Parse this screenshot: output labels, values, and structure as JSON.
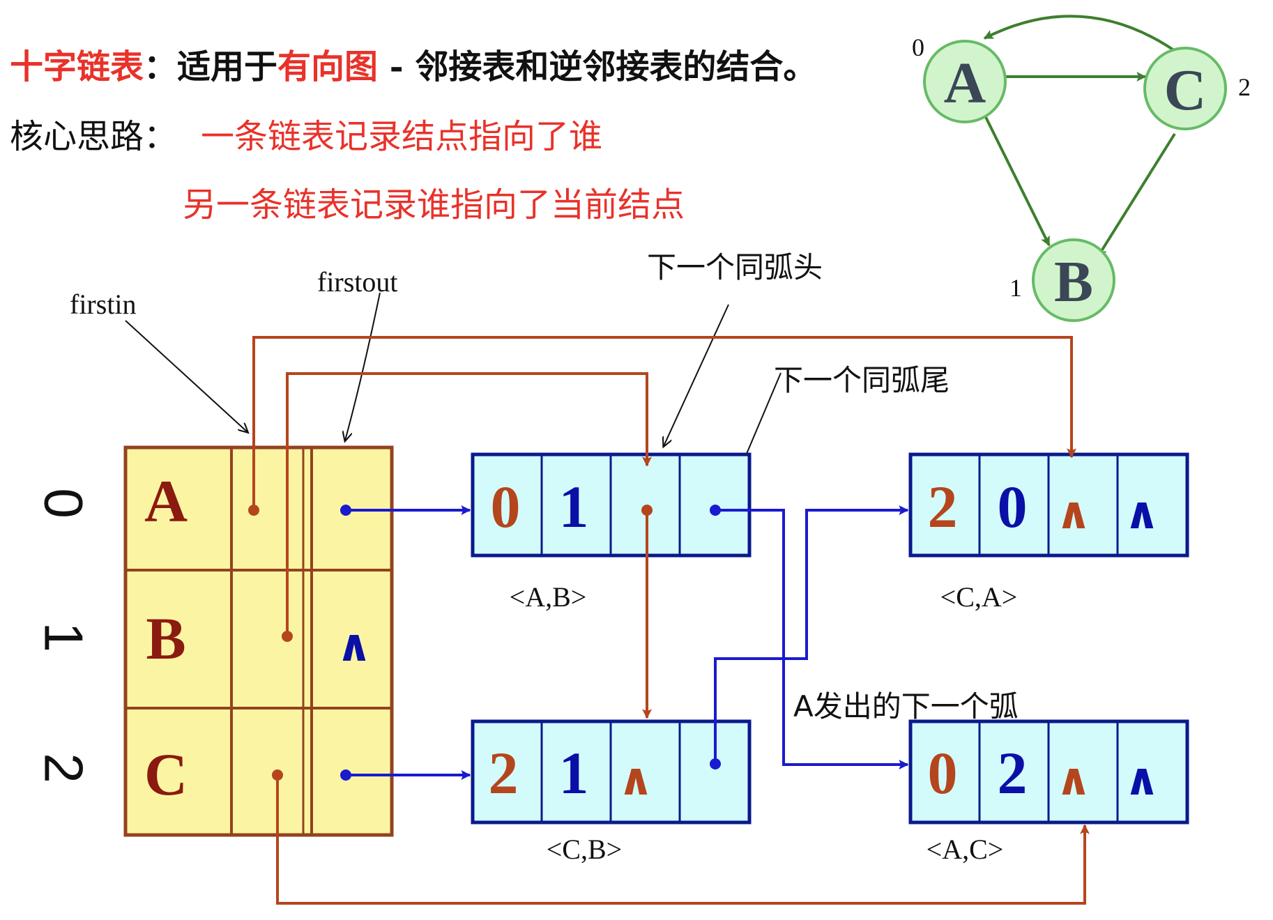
{
  "heading": {
    "term": "十字链表",
    "colon": "：",
    "part1": "适用于",
    "highlight": "有向图",
    "part2": " - 邻接表和逆邻接表的结合。"
  },
  "core_idea": {
    "label": "核心思路：",
    "line1": "一条链表记录结点指向了谁",
    "line2": "另一条链表记录谁指向了当前结点"
  },
  "graph": {
    "nodes": [
      {
        "name": "A",
        "index": "0"
      },
      {
        "name": "C",
        "index": "2"
      },
      {
        "name": "B",
        "index": "1"
      }
    ]
  },
  "annotations": {
    "firstin": "firstin",
    "firstout": "firstout",
    "next_same_head": "下一个同弧头",
    "next_same_tail": "下一个同弧尾",
    "a_next_arc": "A发出的下一个弧"
  },
  "vertex_table": {
    "indices": [
      "0",
      "1",
      "2"
    ],
    "rows": [
      {
        "name": "A",
        "firstout": ""
      },
      {
        "name": "B",
        "firstout": "∧"
      },
      {
        "name": "C",
        "firstout": ""
      }
    ]
  },
  "arc_nodes": [
    {
      "label": "<A,B>",
      "tail": "0",
      "head": "1",
      "hlink": "",
      "tlink": ""
    },
    {
      "label": "<C,A>",
      "tail": "2",
      "head": "0",
      "hlink": "∧",
      "tlink": "∧"
    },
    {
      "label": "<C,B>",
      "tail": "2",
      "head": "1",
      "hlink": "∧",
      "tlink": ""
    },
    {
      "label": "<A,C>",
      "tail": "0",
      "head": "2",
      "hlink": "∧",
      "tlink": "∧"
    }
  ],
  "colors": {
    "red_text": "#e8322a",
    "dark_red": "#8b1a10",
    "rust": "#b5451d",
    "navy": "#0a0fa8",
    "blue_arrow": "#1a1ad0",
    "table_fill": "#fbf5a3",
    "table_border": "#93421f",
    "arc_fill": "#d3fbfb",
    "arc_border": "#0a1a8c",
    "node_fill": "#d2f4cc",
    "node_border": "#66bb66",
    "graph_edge": "#3d7f2e",
    "node_text": "#3b4657"
  }
}
